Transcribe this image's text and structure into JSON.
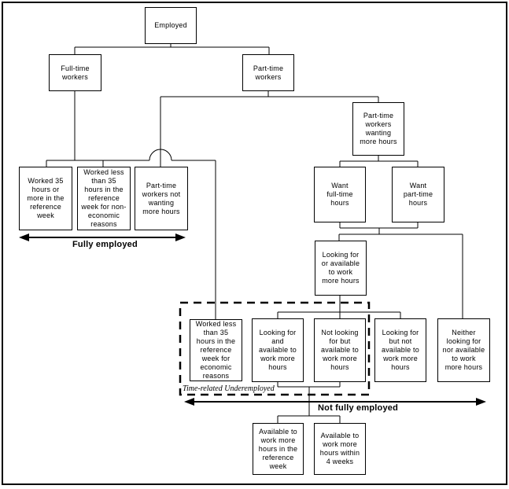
{
  "nodes": {
    "employed": "Employed",
    "full_time_workers": "Full-time\nworkers",
    "part_time_workers": "Part-time\nworkers",
    "worked_35_or_more": "Worked 35\nhours or\nmore in the\nreference\nweek",
    "worked_less_non_economic": "Worked less\nthan 35\nhours in the\nreference\nweek for non-\neconomic\nreasons",
    "pt_not_wanting_more": "Part-time\nworkers not\nwanting\nmore hours",
    "pt_wanting_more": "Part-time\nworkers\nwanting\nmore hours",
    "want_full_time": "Want\nfull-time\nhours",
    "want_part_time": "Want\npart-time\nhours",
    "looking_or_available": "Looking for\nor available\nto work\nmore hours",
    "worked_less_economic": "Worked less\nthan 35\nhours in the\nreference\nweek for\neconomic\nreasons",
    "looking_and_available": "Looking for\nand\navailable to\nwork more\nhours",
    "not_looking_but_available": "Not looking\nfor but\navailable to\nwork more\nhours",
    "looking_but_not_available": "Looking for\nbut not\navailable to\nwork more\nhours",
    "neither_looking_nor_available": "Neither\nlooking for\nnor available\nto work\nmore hours",
    "available_reference_week": "Available to\nwork more\nhours in the\nreference\nweek",
    "available_4_weeks": "Available to\nwork more\nhours within\n4 weeks"
  },
  "annotations": {
    "fully_employed": "Fully employed",
    "not_fully_employed": "Not fully employed",
    "time_related_underemployed": "Time-related Underemployed"
  },
  "colors": {
    "line": "#000000",
    "background": "#ffffff"
  }
}
